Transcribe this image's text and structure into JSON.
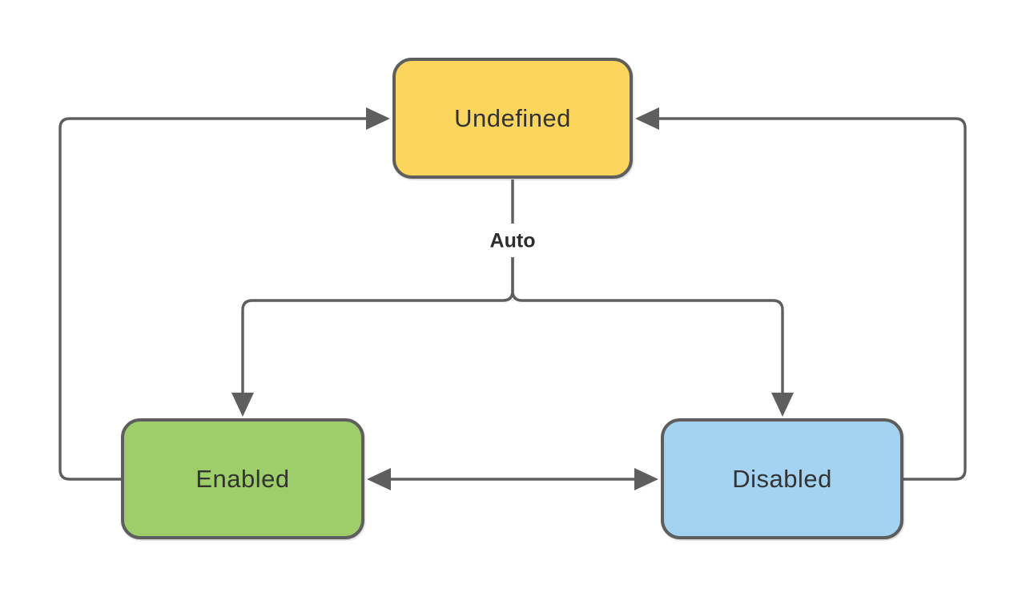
{
  "diagram": {
    "type": "state-diagram",
    "nodes": [
      {
        "id": "undefined",
        "label": "Undefined",
        "fill": "#FBD55C",
        "stroke": "#5E5E5E",
        "text_color": "#333333"
      },
      {
        "id": "enabled",
        "label": "Enabled",
        "fill": "#9DCE69",
        "stroke": "#5E5E5E",
        "text_color": "#333333"
      },
      {
        "id": "disabled",
        "label": "Disabled",
        "fill": "#A3D3F0",
        "stroke": "#5E5E5E",
        "text_color": "#333333"
      }
    ],
    "edges": [
      {
        "from": "Undefined",
        "to": "Enabled",
        "label": "Auto"
      },
      {
        "from": "Undefined",
        "to": "Disabled",
        "label": "Auto"
      },
      {
        "from": "Enabled",
        "to": "Disabled",
        "label": ""
      },
      {
        "from": "Disabled",
        "to": "Enabled",
        "label": ""
      },
      {
        "from": "Enabled",
        "to": "Undefined",
        "label": ""
      },
      {
        "from": "Disabled",
        "to": "Undefined",
        "label": ""
      }
    ],
    "colors": {
      "connector": "#5E5E5E",
      "background": "#FFFFFF"
    }
  }
}
